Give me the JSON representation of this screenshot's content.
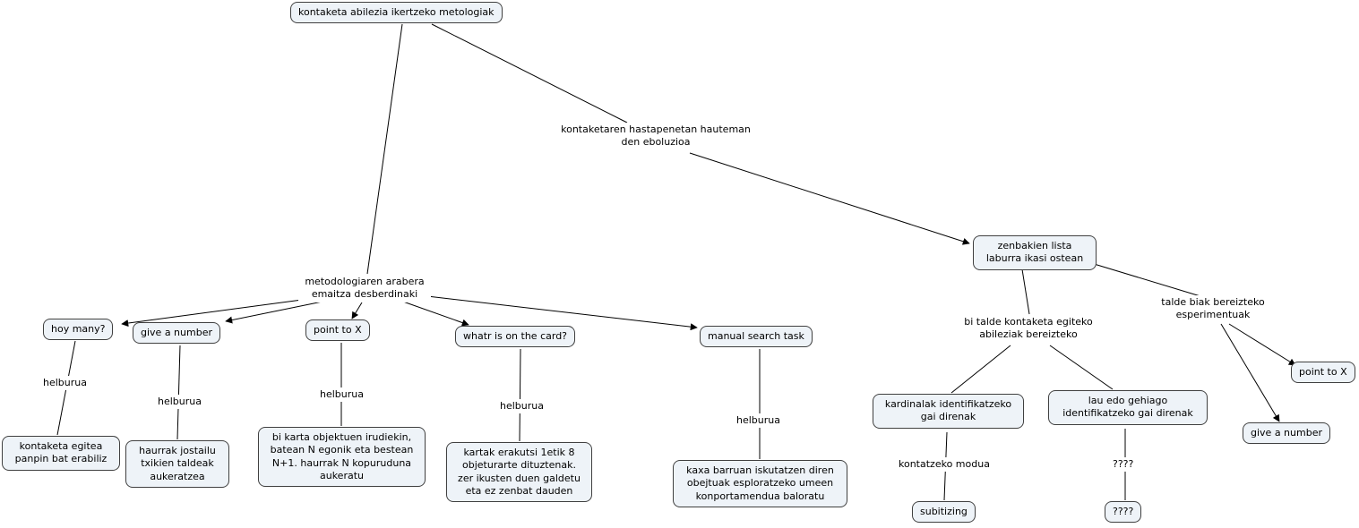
{
  "colors": {
    "background": "#ffffff",
    "node_fill": "#eef3f8",
    "node_border": "#404040",
    "edge": "#000000",
    "text": "#000000"
  },
  "nodes": {
    "root": {
      "label": "kontaketa abilezia ikertzeko metologiak"
    },
    "evolution_link": {
      "label": "kontaketaren hastapenetan hauteman den eboluzioa"
    },
    "methodology_link": {
      "label": "metodologiaren arabera emaitza desberdinaki"
    },
    "number_list": {
      "label": "zenbakien lista laburra ikasi ostean"
    },
    "how_many": {
      "label": "hoy many?"
    },
    "give_a_number": {
      "label": "give a number"
    },
    "point_to_x": {
      "label": "point to X"
    },
    "what_on_card": {
      "label": "whatr is on the card?"
    },
    "manual_search": {
      "label": "manual search task"
    },
    "helburua": {
      "label": "helburua"
    },
    "counting_doll": {
      "label": "kontaketa egitea panpin bat erabiliz"
    },
    "toy_groups": {
      "label": "haurrak jostailu txikien taldeak aukeratzea"
    },
    "two_cards": {
      "label": "bi karta objektuen irudiekin, batean N egonik eta bestean N+1. haurrak N kopuruduna aukeratu"
    },
    "cards_shown": {
      "label": "kartak erakutsi 1etik 8 objeturarte dituztenak. zer ikusten duen galdetu eta ez zenbat dauden"
    },
    "box_objects": {
      "label": "kaxa barruan iskutatzen diren obejtuak esploratzeko umeen konportamendua baloratu"
    },
    "two_groups_link": {
      "label": "bi talde kontaketa egiteko abileziak bereizteko"
    },
    "experiments_link": {
      "label": "talde biak bereizteko esperimentuak"
    },
    "cardinals": {
      "label": "kardinalak identifikatzeko gai direnak"
    },
    "four_or_more": {
      "label": "lau edo gehiago identifikatzeko gai direnak"
    },
    "counting_mode_link": {
      "label": "kontatzeko modua"
    },
    "subitizing": {
      "label": "subitizing"
    },
    "unknown_link": {
      "label": "????"
    },
    "unknown_box": {
      "label": "????"
    },
    "point_to_x_2": {
      "label": "point to X"
    },
    "give_a_number_2": {
      "label": "give a number"
    }
  }
}
